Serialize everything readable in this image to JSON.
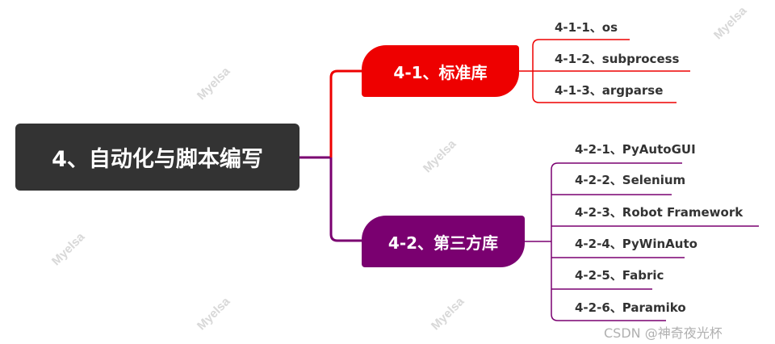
{
  "root": {
    "label": "4、自动化与脚本编写"
  },
  "branches": [
    {
      "label": "4-1、标准库",
      "color": "#ee0000",
      "children": [
        "4-1-1、os",
        "4-1-2、subprocess",
        "4-1-3、argparse"
      ]
    },
    {
      "label": "4-2、第三方库",
      "color": "#7a0070",
      "children": [
        "4-2-1、PyAutoGUI",
        "4-2-2、Selenium",
        "4-2-3、Robot Framework",
        "4-2-4、PyWinAuto",
        "4-2-5、Fabric",
        "4-2-6、Paramiko"
      ]
    }
  ],
  "watermark": "Myelsa",
  "credit": "CSDN @神奇夜光杯"
}
